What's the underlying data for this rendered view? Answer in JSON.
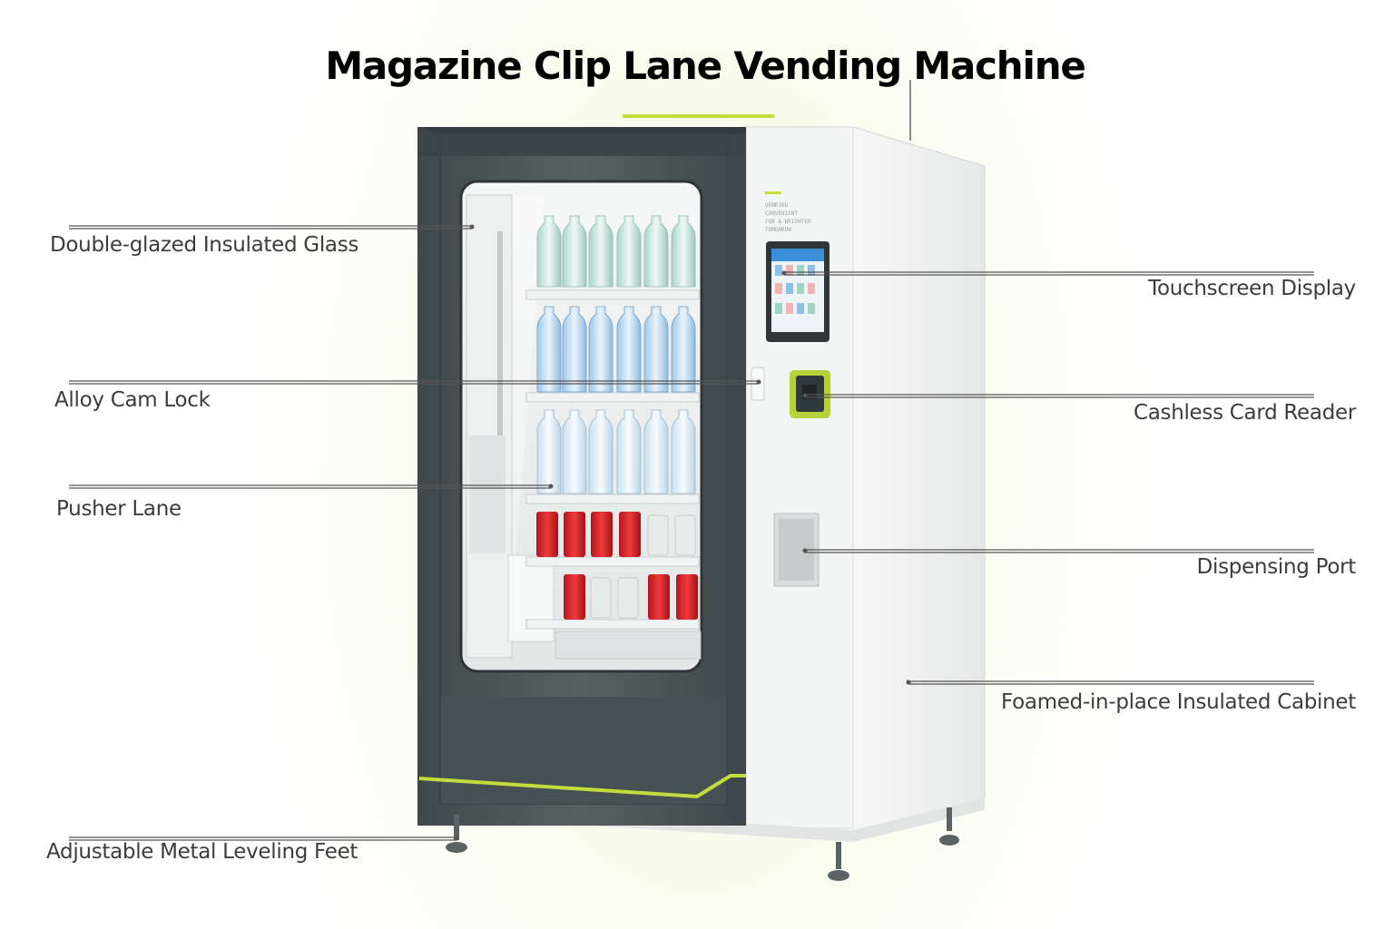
{
  "title": "Magazine Clip Lane Vending Machine",
  "colors": {
    "accent": "#c2dc3c",
    "door": "#4a5558",
    "cabinet": "#f1f2f2",
    "label_text": "#3c3c3c"
  },
  "callouts": [
    {
      "id": "glass",
      "label": "Double-glazed Insulated Glass",
      "side": "left"
    },
    {
      "id": "lock",
      "label": "Alloy Cam Lock",
      "side": "left"
    },
    {
      "id": "pusher",
      "label": "Pusher Lane",
      "side": "left"
    },
    {
      "id": "feet",
      "label": "Adjustable Metal Leveling Feet",
      "side": "left"
    },
    {
      "id": "touch",
      "label": "Touchscreen Display",
      "side": "right"
    },
    {
      "id": "card",
      "label": "Cashless Card Reader",
      "side": "right"
    },
    {
      "id": "port",
      "label": "Dispensing Port",
      "side": "right"
    },
    {
      "id": "cabinet",
      "label": "Foamed-in-place Insulated Cabinet",
      "side": "right"
    }
  ],
  "panel_text": [
    "VENDING",
    "CONVENIENT",
    "FOR A BRIGHTER",
    "TOMORROW"
  ]
}
